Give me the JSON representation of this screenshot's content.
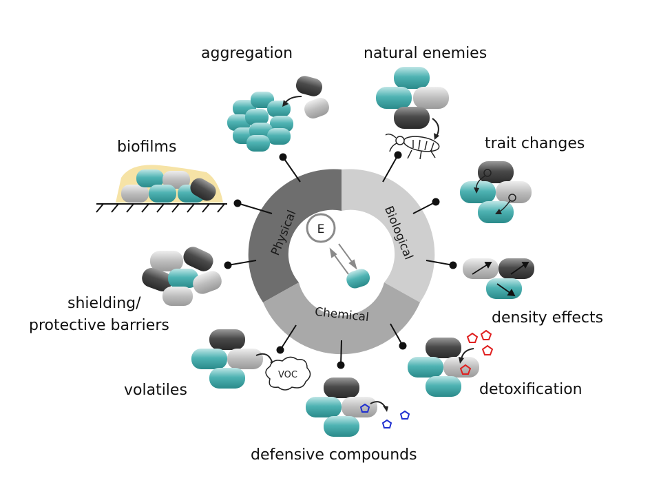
{
  "center": {
    "symbol": "E",
    "segments": {
      "physical": "Physical",
      "biological": "Biological",
      "chemical": "Chemical"
    }
  },
  "labels": {
    "aggregation": "aggregation",
    "natural_enemies": "natural enemies",
    "biofilms": "biofilms",
    "trait_changes": "trait changes",
    "shielding_line1": "shielding/",
    "shielding_line2": "protective barriers",
    "density_effects": "density effects",
    "volatiles": "volatiles",
    "detoxification": "detoxification",
    "defensive_compounds": "defensive compounds",
    "voc": "VOC"
  },
  "colors": {
    "teal": "#3fa6a6",
    "gray_light": "#b8b8b8",
    "gray_dark": "#4a4a4a",
    "physical_segment": "#6e6e6e",
    "biological_segment": "#cfcfcf",
    "chemical_segment": "#a9a9a9",
    "biofilm": "#f6e3a6",
    "toxin": "#e02020",
    "compound": "#1f2fd0"
  }
}
